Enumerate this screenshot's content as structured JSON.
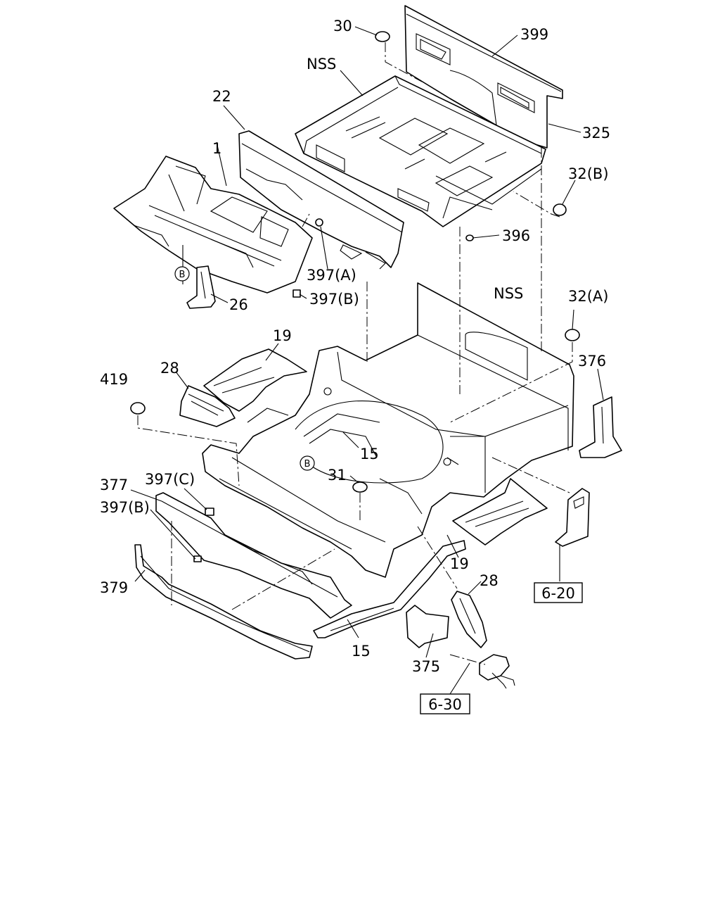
{
  "diagram": {
    "callouts": {
      "c30": "30",
      "c399": "399",
      "cNSS1": "NSS",
      "c325": "325",
      "c22": "22",
      "c1": "1",
      "c32B": "32(B)",
      "c396": "396",
      "c397A": "397(A)",
      "c397B_top": "397(B)",
      "c26": "26",
      "cNSS2": "NSS",
      "c32A": "32(A)",
      "c19_top": "19",
      "c28_top": "28",
      "c419": "419",
      "c376": "376",
      "c15_center": "15",
      "c377": "377",
      "c397C": "397(C)",
      "c31": "31",
      "c397B_bottom": "397(B)",
      "c19_right": "19",
      "c28_bottom": "28",
      "c379": "379",
      "c15_bottom": "15",
      "c375": "375"
    },
    "circle_markers": {
      "b_left": "B",
      "b_center": "B"
    },
    "reference_boxes": {
      "ref_6_20": "6-20",
      "ref_6_30": "6-30"
    }
  }
}
